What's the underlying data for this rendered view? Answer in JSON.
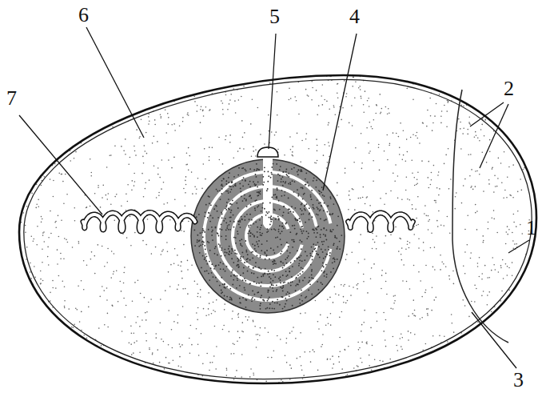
{
  "diagram": {
    "labels": [
      "6",
      "5",
      "4",
      "7",
      "2",
      "1",
      "3"
    ]
  }
}
